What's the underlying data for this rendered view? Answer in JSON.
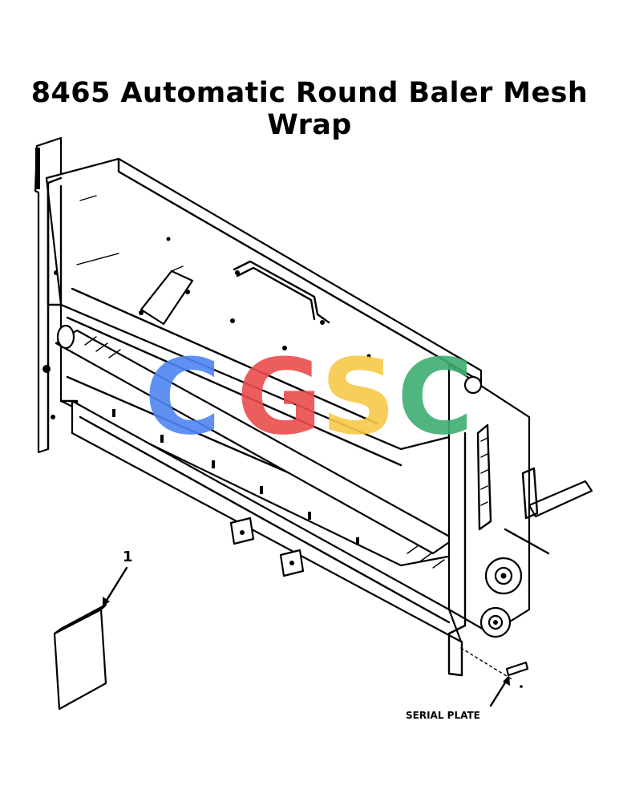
{
  "title": "8465 Automatic Round Baler Mesh Wrap",
  "callouts": {
    "item_1": "1",
    "serial_plate": "SERIAL PLATE"
  },
  "watermark": {
    "letters": [
      "C",
      "G",
      "S",
      "C"
    ],
    "colors": [
      "#4d86f0",
      "#ea4d4d",
      "#f7c948",
      "#3fae72"
    ]
  }
}
